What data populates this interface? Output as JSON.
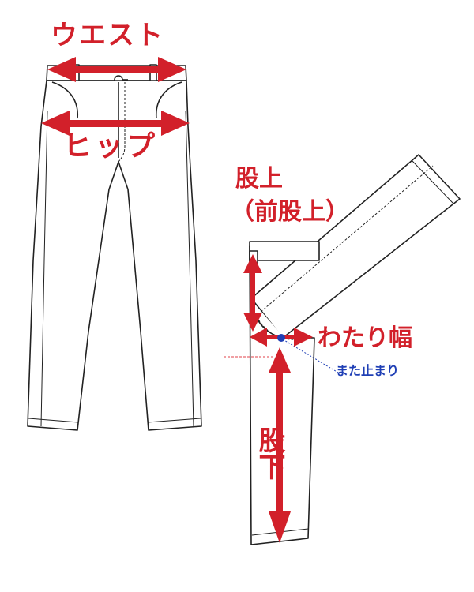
{
  "labels": {
    "waist": "ウエスト",
    "hip": "ヒップ",
    "rise": "股上",
    "front_rise": "（前股上）",
    "thigh_width": "わたり幅",
    "crotch_point": "また止まり",
    "inseam": "股下"
  },
  "colors": {
    "arrow": "#d2202a",
    "label": "#d2202a",
    "crotch_point": "#1f3fb5",
    "outline": "#222222",
    "guide_line": "#e0404a"
  }
}
